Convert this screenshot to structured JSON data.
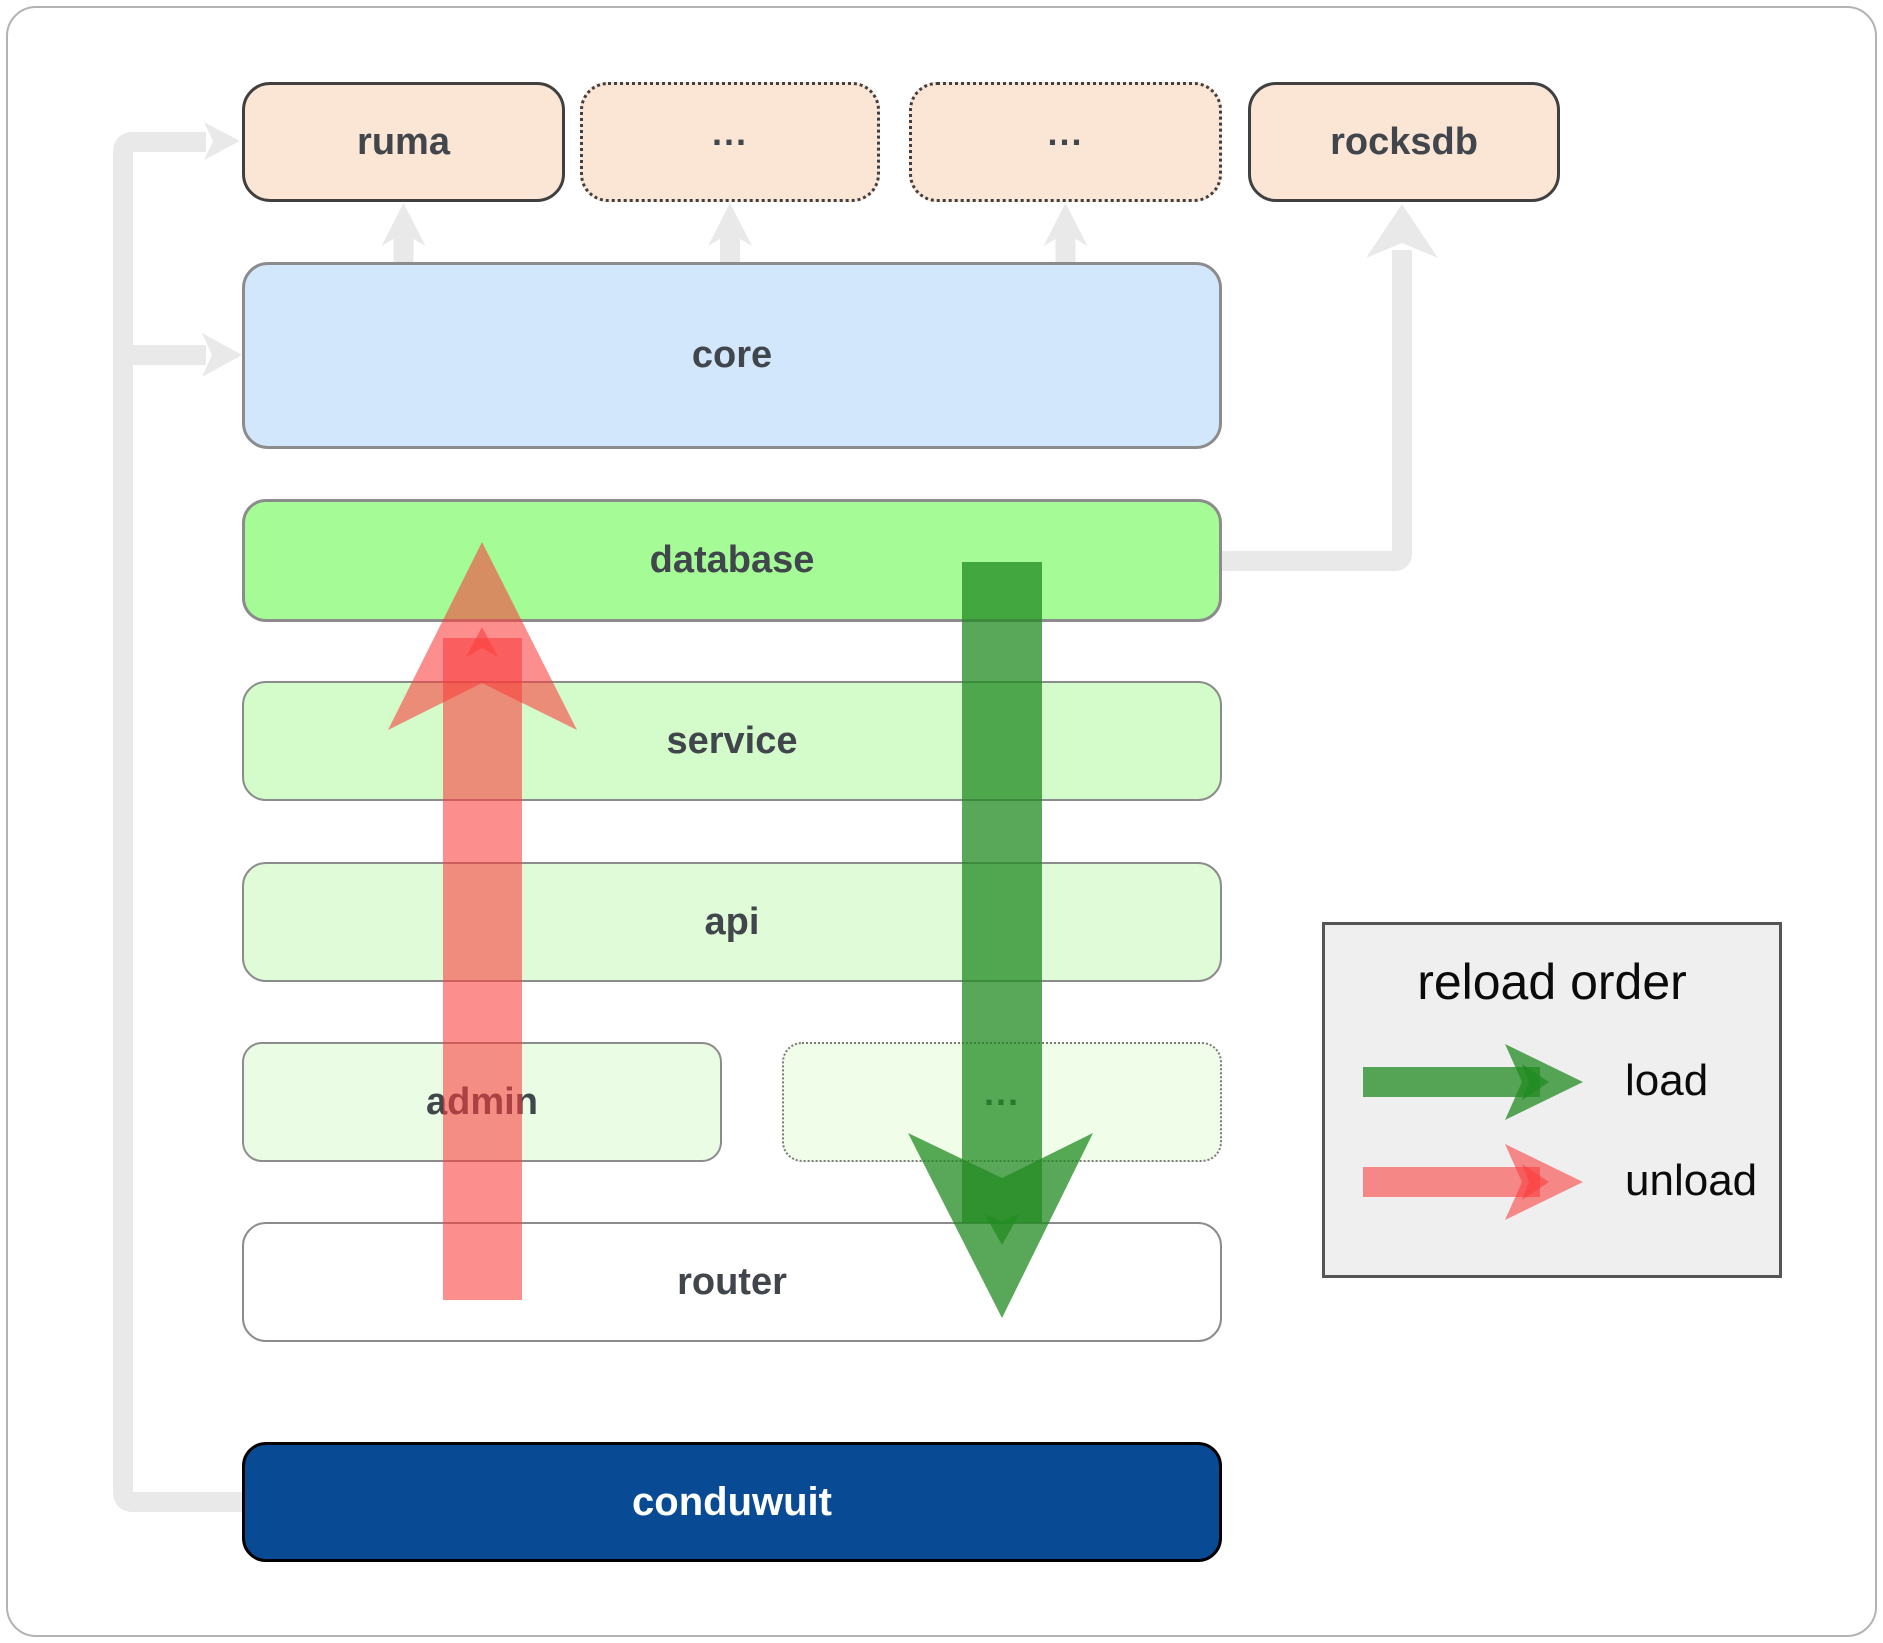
{
  "diagram": {
    "title_hint": "crate dependency and reload order diagram",
    "nodes": {
      "ruma": {
        "label": "ruma"
      },
      "ellipsis_top1": {
        "label": "..."
      },
      "ellipsis_top2": {
        "label": "..."
      },
      "rocksdb": {
        "label": "rocksdb"
      },
      "core": {
        "label": "core"
      },
      "database": {
        "label": "database"
      },
      "service": {
        "label": "service"
      },
      "api": {
        "label": "api"
      },
      "admin": {
        "label": "admin"
      },
      "ellipsis_mid": {
        "label": "..."
      },
      "router": {
        "label": "router"
      },
      "conduwuit": {
        "label": "conduwuit"
      }
    },
    "legend": {
      "title": "reload order",
      "items": [
        {
          "label": "load",
          "color": "#228B22"
        },
        {
          "label": "unload",
          "color": "#FA3C3C"
        }
      ]
    },
    "colors": {
      "load": "#228B22",
      "unload": "#FA3C3C",
      "connector": "#E9E9E9",
      "node_text": "#40464B",
      "conduwuit_bg": "#094A94"
    }
  }
}
